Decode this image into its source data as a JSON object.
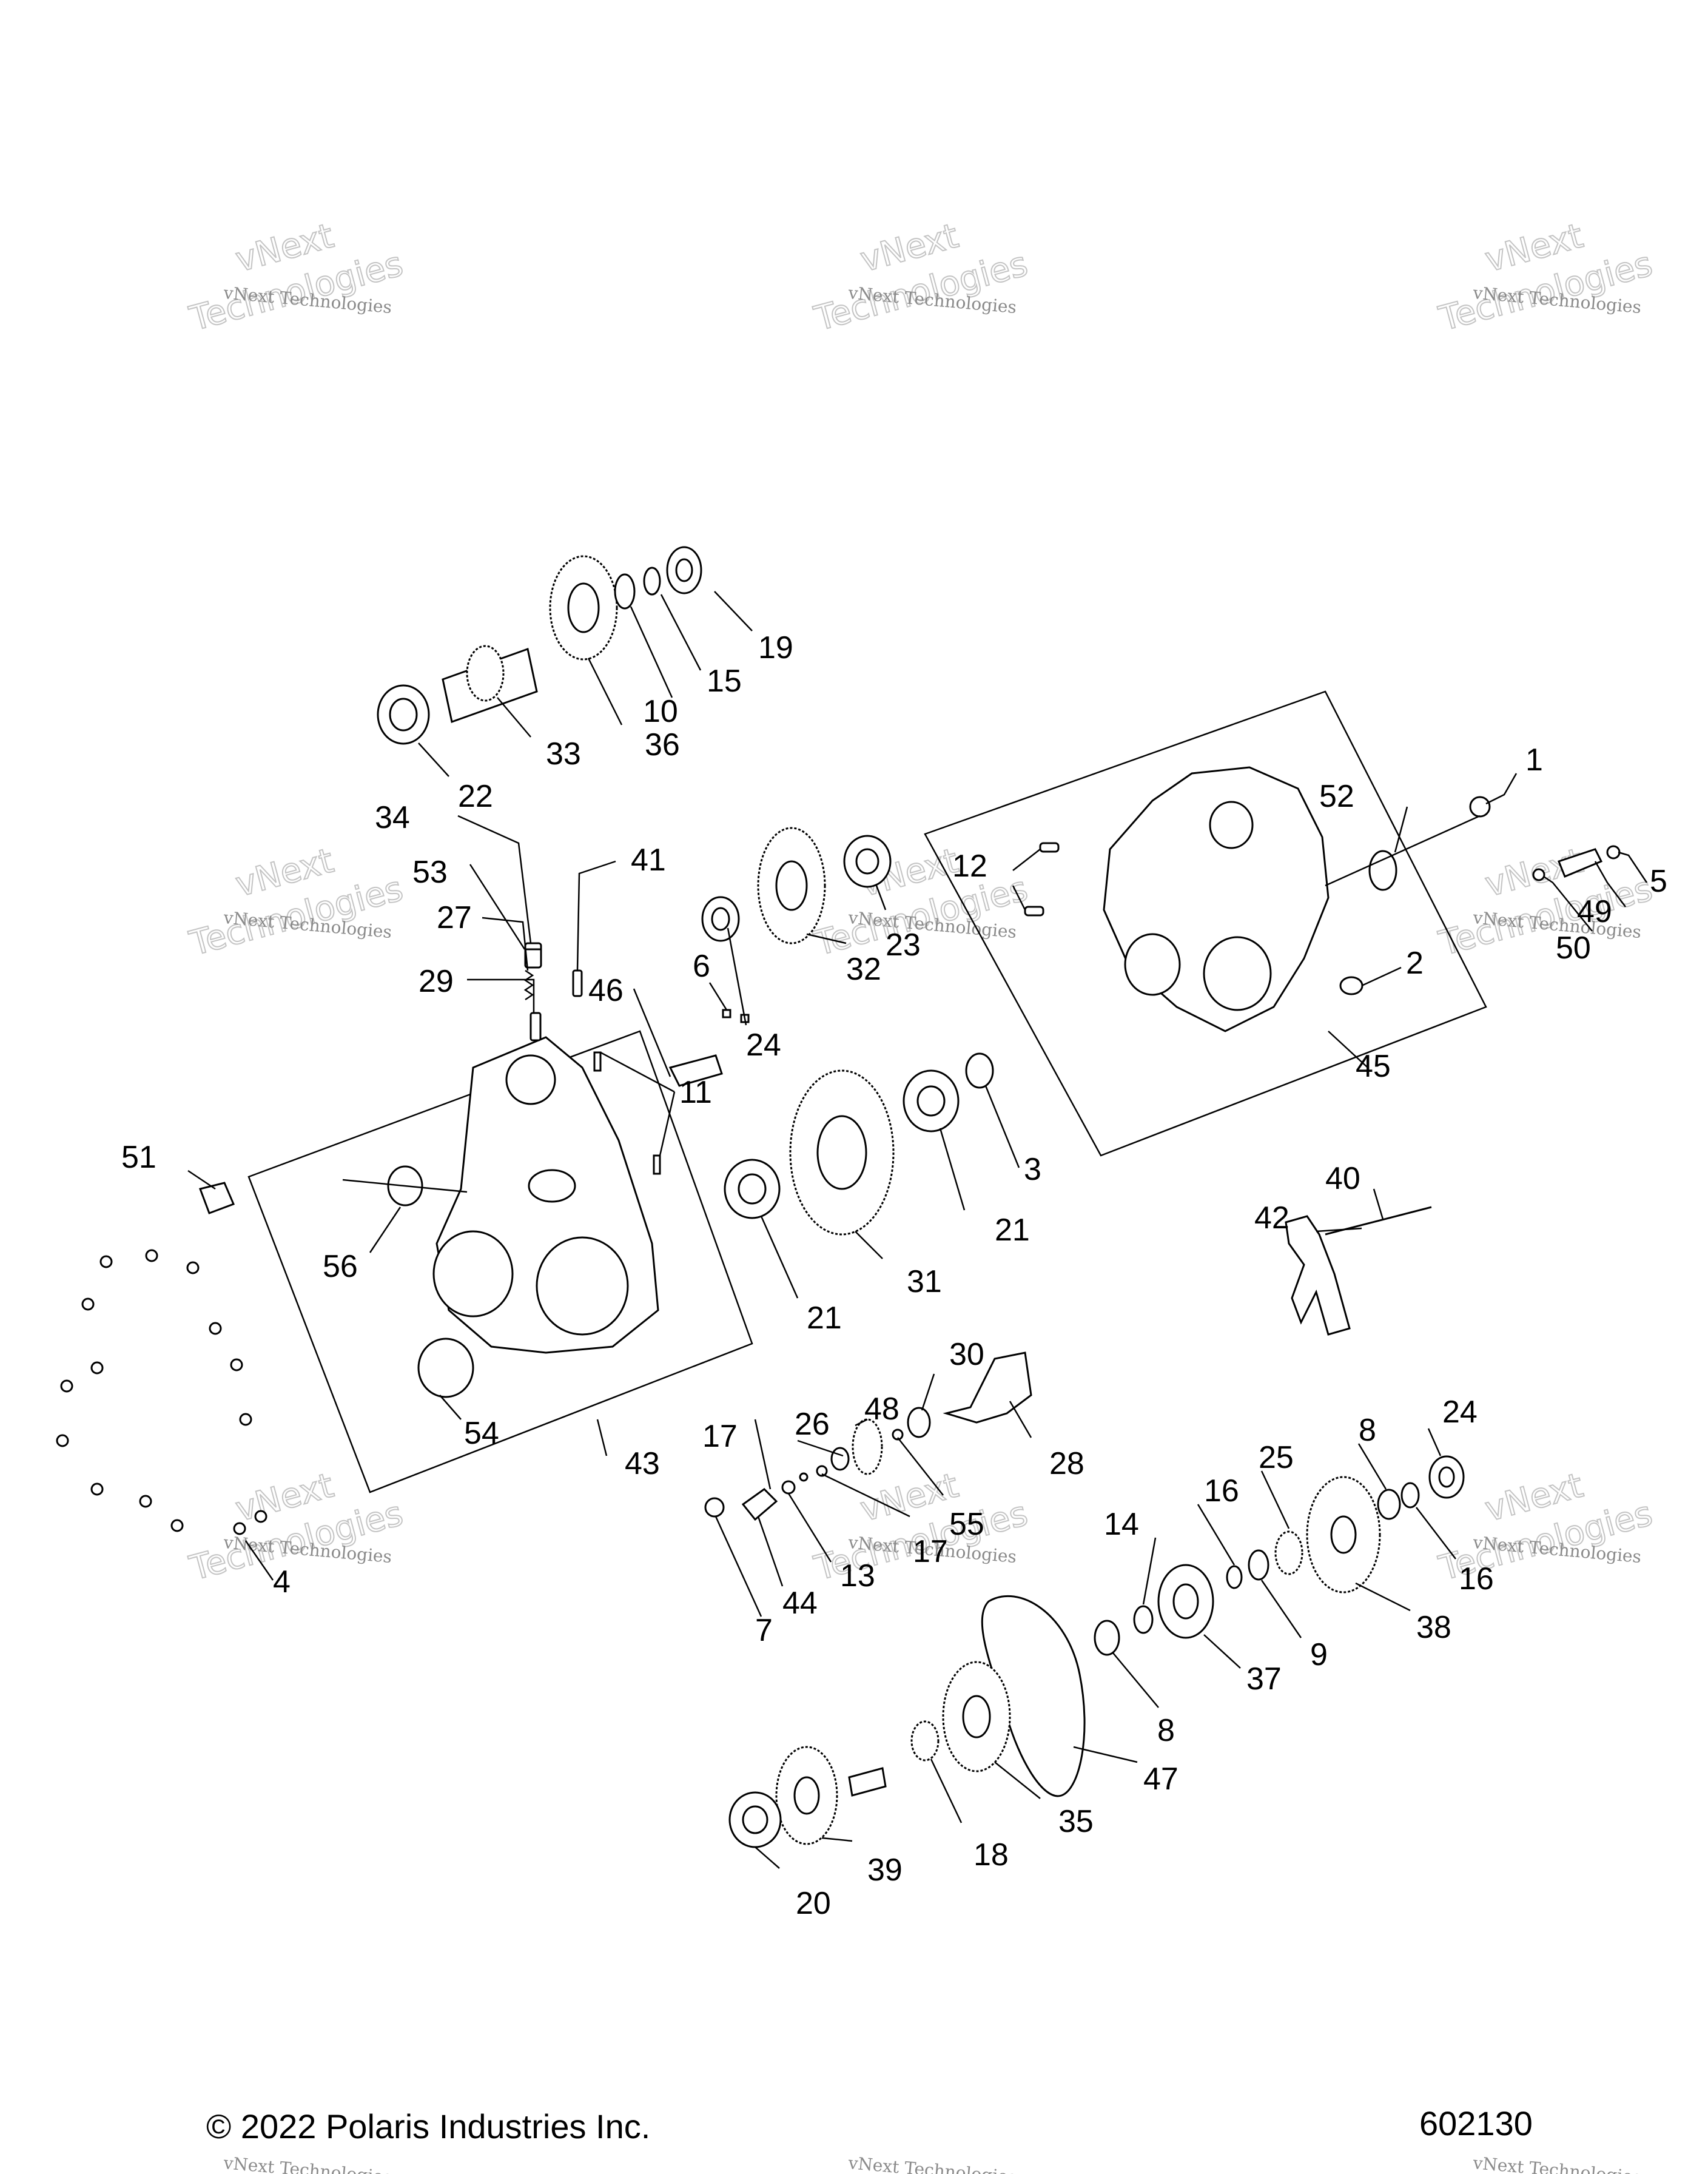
{
  "footer": {
    "copyright": "© 2022 Polaris Industries Inc.",
    "diagram_id": "602130"
  },
  "watermark": {
    "line1": "vNext Technologies",
    "line2": "vNext",
    "line3": "Technologies"
  },
  "callouts": {
    "c1": "1",
    "c2": "2",
    "c3": "3",
    "c4": "4",
    "c5": "5",
    "c6": "6",
    "c7": "7",
    "c8a": "8",
    "c8b": "8",
    "c9": "9",
    "c10": "10",
    "c11": "11",
    "c12": "12",
    "c13": "13",
    "c14": "14",
    "c15": "15",
    "c16a": "16",
    "c16b": "16",
    "c17a": "17",
    "c17b": "17",
    "c18": "18",
    "c19": "19",
    "c20": "20",
    "c21a": "21",
    "c21b": "21",
    "c22": "22",
    "c23": "23",
    "c24a": "24",
    "c24b": "24",
    "c25": "25",
    "c26": "26",
    "c27": "27",
    "c28": "28",
    "c29": "29",
    "c30": "30",
    "c31": "31",
    "c32": "32",
    "c33": "33",
    "c34": "34",
    "c35": "35",
    "c36": "36",
    "c37": "37",
    "c38": "38",
    "c39": "39",
    "c40": "40",
    "c41": "41",
    "c42": "42",
    "c43": "43",
    "c44": "44",
    "c45": "45",
    "c46": "46",
    "c47": "47",
    "c48": "48",
    "c49": "49",
    "c50": "50",
    "c51": "51",
    "c52": "52",
    "c53": "53",
    "c54": "54",
    "c55": "55",
    "c56": "56"
  }
}
